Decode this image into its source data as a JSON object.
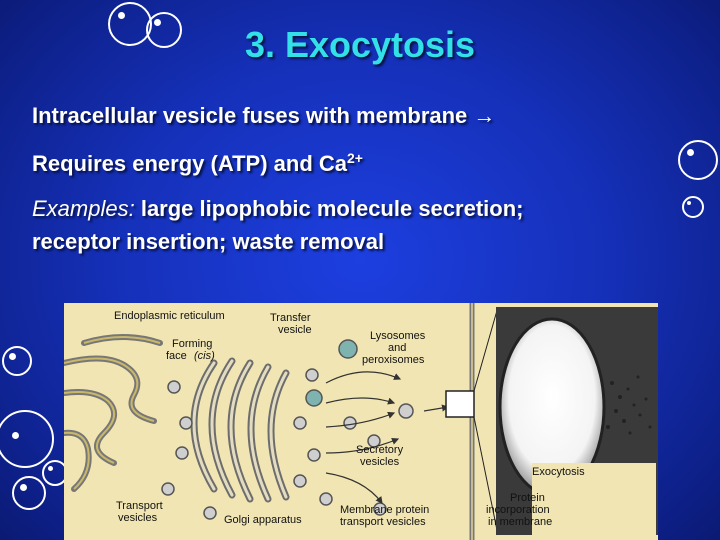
{
  "slide": {
    "title": "3.  Exocytosis",
    "line1": "Intracellular vesicle fuses with membrane ",
    "line1_arrow": "→",
    "line2": "Requires energy (ATP) and Ca",
    "line2_sup": "2+",
    "line3_label": "Examples:",
    "line3_rest": " large lipophobic molecule secretion;",
    "line4": "receptor insertion; waste removal"
  },
  "figure": {
    "labels": {
      "er": "Endoplasmic reticulum",
      "transfer1": "Transfer",
      "transfer2": "vesicle",
      "forming1": "Forming",
      "forming2": "face",
      "forming3": "(cis)",
      "lyso1": "Lysosomes",
      "lyso2": "and",
      "lyso3": "peroxisomes",
      "secretory1": "Secretory",
      "secretory2": "vesicles",
      "transport1": "Transport",
      "transport2": "vesicles",
      "golgi": "Golgi apparatus",
      "membrane1": "Membrane protein",
      "membrane2": "transport vesicles",
      "exocytosis": "Exocytosis",
      "protein1": "Protein",
      "protein2": "incorporation",
      "protein3": "in membrane"
    }
  }
}
